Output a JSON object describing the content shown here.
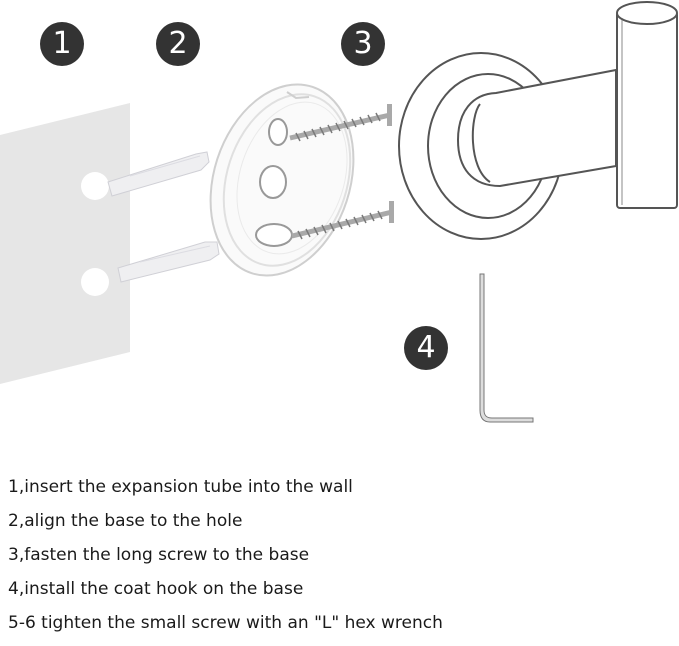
{
  "badges": [
    "1",
    "2",
    "3",
    "4"
  ],
  "steps": [
    "1,insert the expansion tube into the wall",
    "2,align the base to the hole",
    "3,fasten the long screw to the base",
    "4,install the coat hook on the base",
    "5-6 tighten the small screw with an \"L\" hex wrench"
  ],
  "colors": {
    "badge": "#333333",
    "badge_text": "#ffffff",
    "wall": "#e6e6e6",
    "outline": "#555555",
    "anchor": "#efeff1",
    "text": "#1a1a1a"
  }
}
